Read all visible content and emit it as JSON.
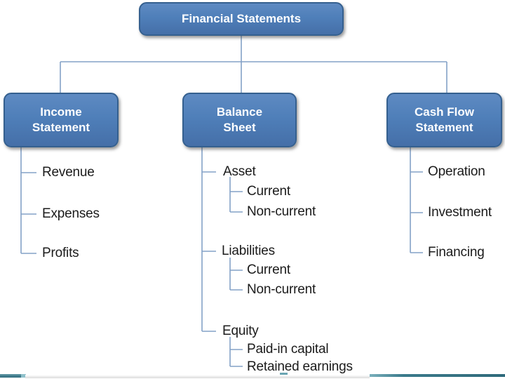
{
  "diagram": {
    "root_label": "Financial Statements",
    "columns": [
      {
        "header": "Income\nStatement",
        "items": [
          {
            "label": "Revenue",
            "children": []
          },
          {
            "label": "Expenses",
            "children": []
          },
          {
            "label": "Profits",
            "children": []
          }
        ]
      },
      {
        "header": "Balance\nSheet",
        "items": [
          {
            "label": "Asset",
            "children": [
              "Current",
              "Non-current"
            ]
          },
          {
            "label": "Liabilities",
            "children": [
              "Current",
              "Non-current"
            ]
          },
          {
            "label": "Equity",
            "children": [
              "Paid-in capital",
              "Retained earnings"
            ]
          }
        ]
      },
      {
        "header": "Cash Flow\nStatement",
        "items": [
          {
            "label": "Operation",
            "children": []
          },
          {
            "label": "Investment",
            "children": []
          },
          {
            "label": "Financing",
            "children": []
          }
        ]
      }
    ]
  },
  "colors": {
    "node_fill": "#4f7fb9",
    "node_border": "#35608f",
    "node_text": "#fdfeff",
    "connector_line": "#84a2c7",
    "leaf_text": "#1b1b1b",
    "bottom_teal": "#3a7a8b",
    "bottom_gray_bar": "#e2e2e2",
    "background": "#ffffff"
  }
}
